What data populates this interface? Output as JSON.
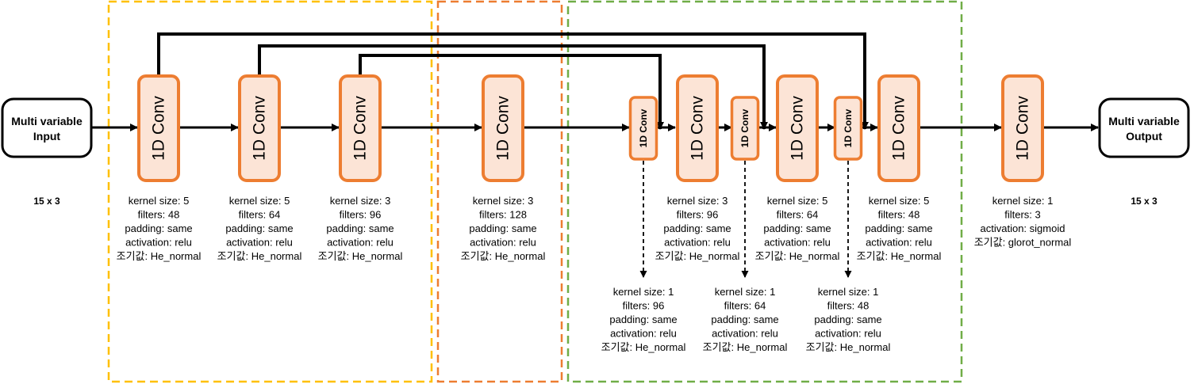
{
  "input": {
    "line1": "Multi variable",
    "line2": "Input",
    "shape": "15 x 3"
  },
  "output": {
    "line1": "Multi variable",
    "line2": "Output",
    "shape": "15 x 3"
  },
  "conv_label": "1D Conv",
  "colors": {
    "block_fill": "#fce4d6",
    "block_stroke": "#ed7d31",
    "encoder_region": "#ffc000",
    "bottleneck_region": "#ed7d31",
    "decoder_region": "#70ad47"
  },
  "blocks": [
    {
      "label": "1D Conv",
      "params": [
        "kernel size: 5",
        "filters: 48",
        "padding: same",
        "activation: relu",
        "조기값: He_normal"
      ]
    },
    {
      "label": "1D Conv",
      "params": [
        "kernel size: 5",
        "filters: 64",
        "padding: same",
        "activation: relu",
        "조기값: He_normal"
      ]
    },
    {
      "label": "1D Conv",
      "params": [
        "kernel size: 3",
        "filters: 96",
        "padding: same",
        "activation: relu",
        "조기값: He_normal"
      ]
    },
    {
      "label": "1D Conv",
      "params": [
        "kernel size: 3",
        "filters: 128",
        "padding: same",
        "activation: relu",
        "조기값: He_normal"
      ]
    },
    {
      "label": "1D Conv",
      "params": [
        "kernel size: 1",
        "filters: 96",
        "padding: same",
        "activation: relu",
        "조기값: He_normal"
      ]
    },
    {
      "label": "1D Conv",
      "params": [
        "kernel size: 3",
        "filters: 96",
        "padding: same",
        "activation: relu",
        "조기값: He_normal"
      ]
    },
    {
      "label": "1D Conv",
      "params": [
        "kernel size: 1",
        "filters: 64",
        "padding: same",
        "activation: relu",
        "조기값: He_normal"
      ]
    },
    {
      "label": "1D Conv",
      "params": [
        "kernel size: 5",
        "filters: 64",
        "padding: same",
        "activation: relu",
        "조기값: He_normal"
      ]
    },
    {
      "label": "1D Conv",
      "params": [
        "kernel size: 1",
        "filters: 48",
        "padding: same",
        "activation: relu",
        "조기값: He_normal"
      ]
    },
    {
      "label": "1D Conv",
      "params": [
        "kernel size: 5",
        "filters: 48",
        "padding: same",
        "activation: relu",
        "조기값: He_normal"
      ]
    },
    {
      "label": "1D Conv",
      "params": [
        "kernel size: 1",
        "filters: 3",
        "activation: sigmoid",
        "조기값: glorot_normal"
      ]
    }
  ]
}
